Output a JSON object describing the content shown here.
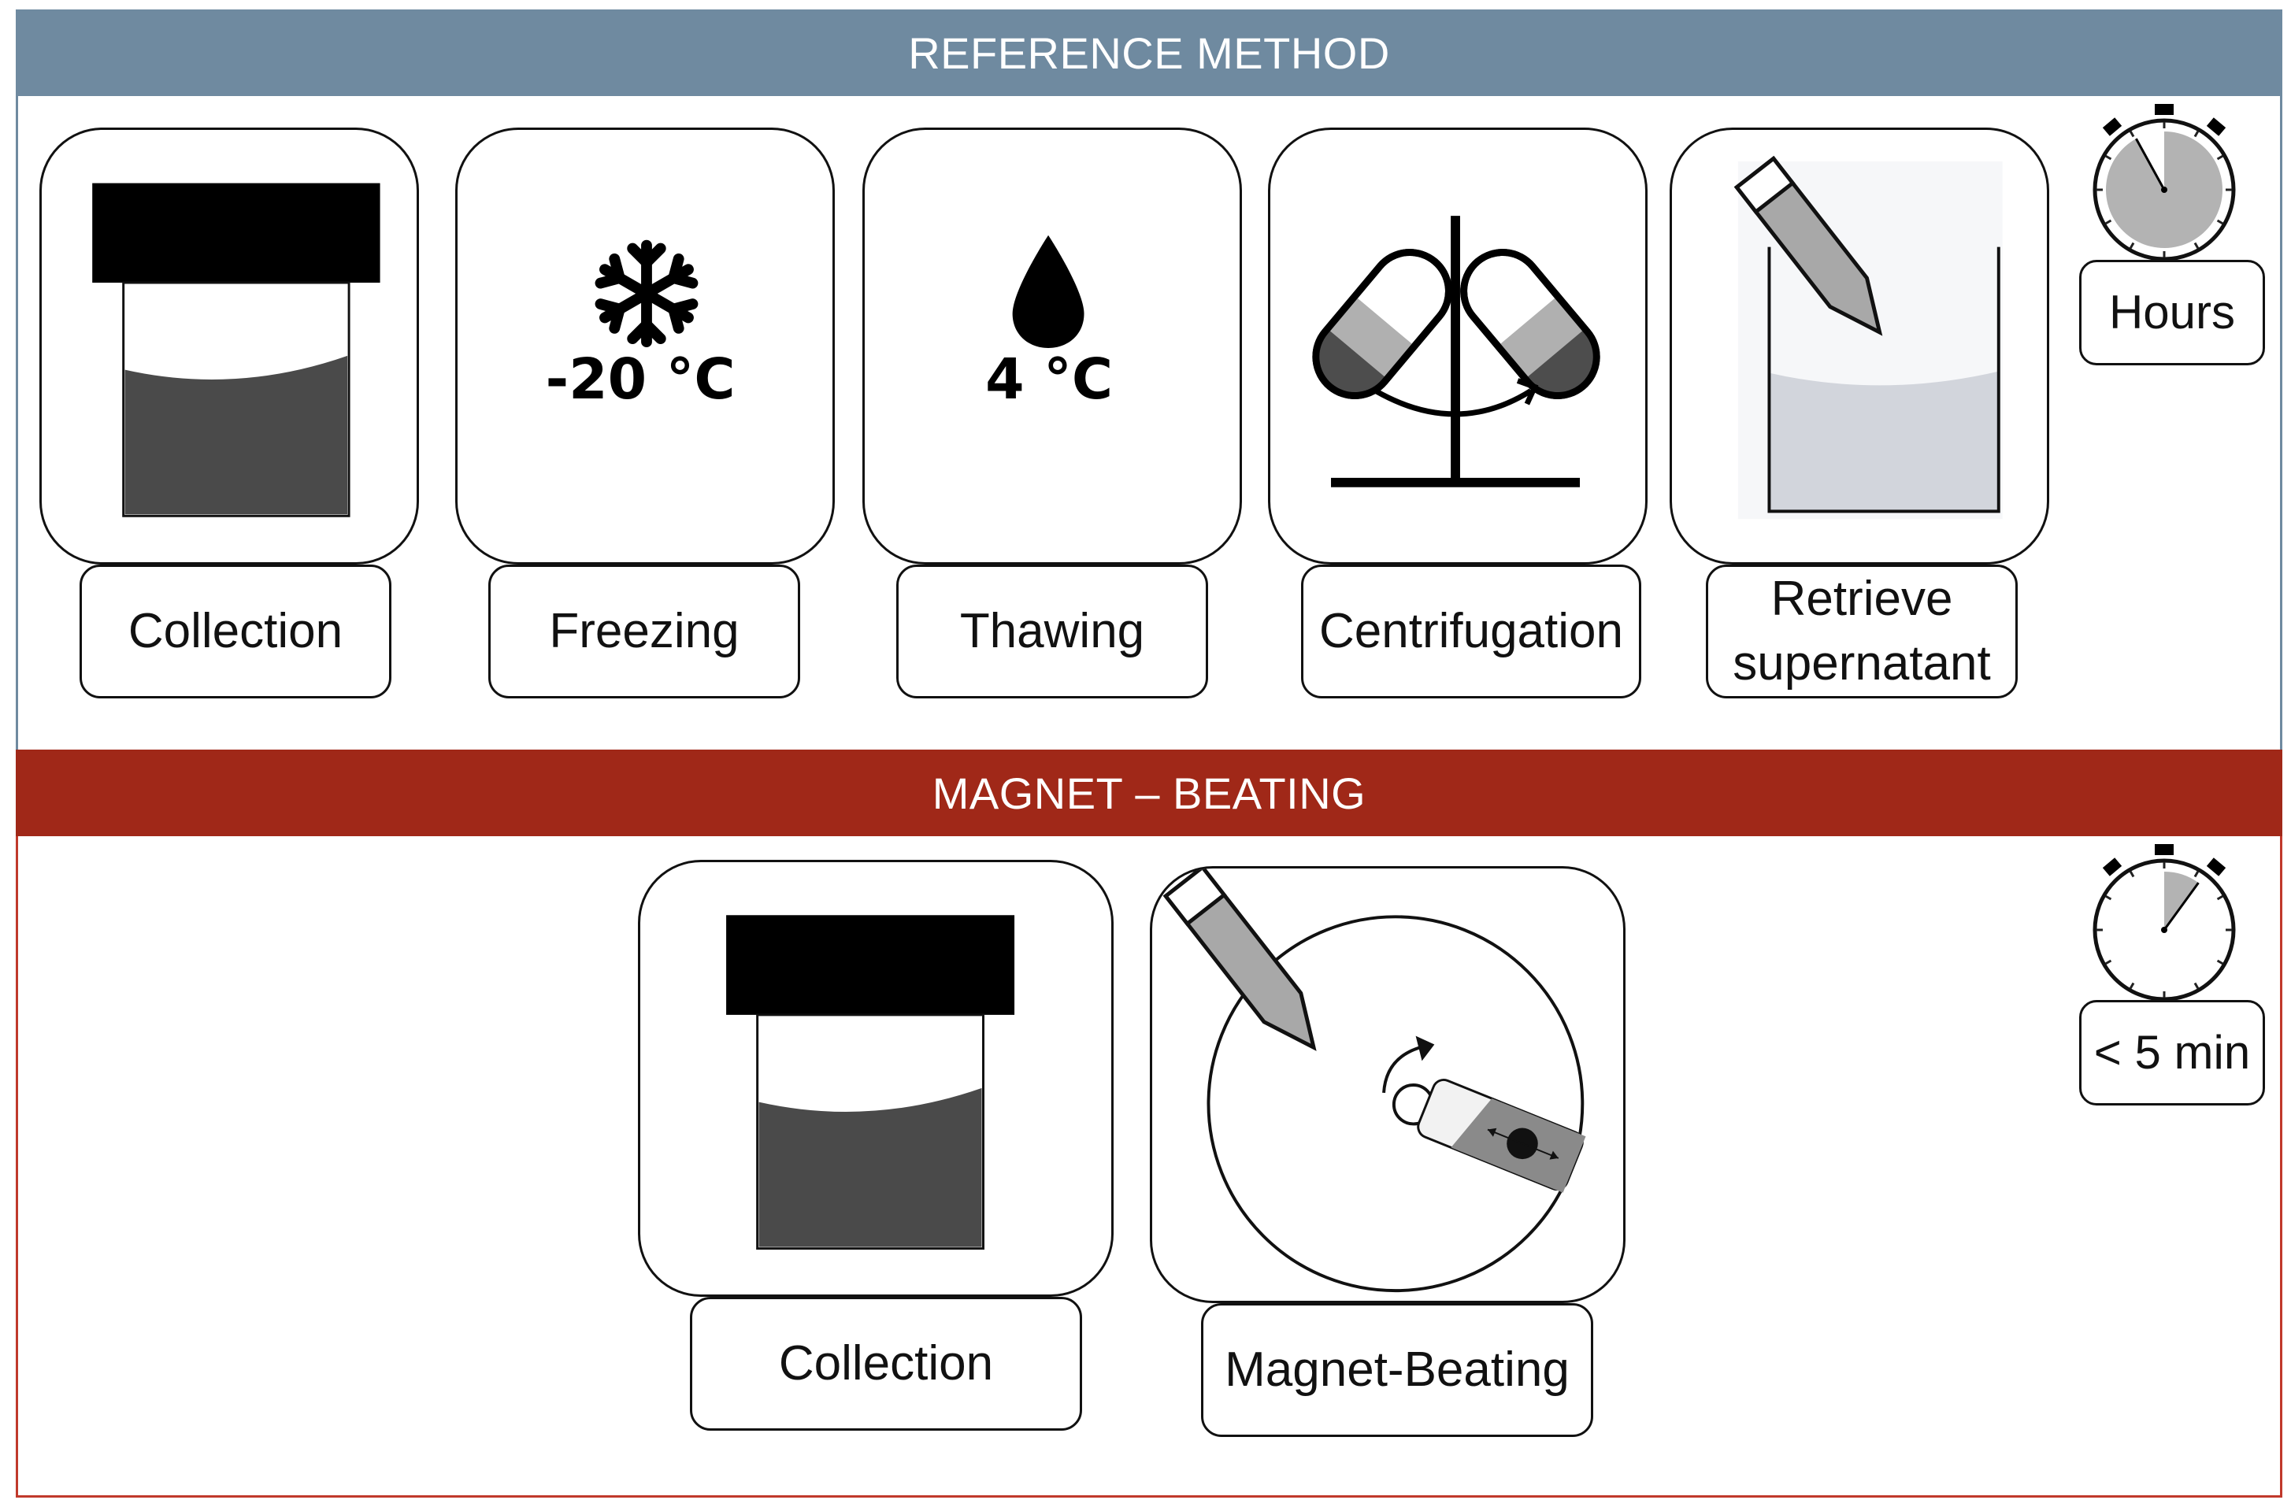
{
  "reference": {
    "title": "REFERENCE METHOD",
    "color": "#6F8AA0",
    "steps": [
      {
        "label": "Collection",
        "icon": "specimen-jar-icon"
      },
      {
        "label": "Freezing",
        "icon": "snowflake-icon",
        "temperature": "-20 °C"
      },
      {
        "label": "Thawing",
        "icon": "water-drop-icon",
        "temperature": "4 °C"
      },
      {
        "label": "Centrifugation",
        "icon": "centrifuge-icon"
      },
      {
        "label_line1": "Retrieve",
        "label_line2": "supernatant",
        "icon": "pipette-beaker-icon"
      }
    ],
    "duration": "Hours",
    "timer_fraction": 0.92
  },
  "magnet": {
    "title": "MAGNET – BEATING",
    "color": "#A02818",
    "steps": [
      {
        "label": "Collection",
        "icon": "specimen-jar-icon"
      },
      {
        "label": "Magnet-Beating",
        "icon": "magnetic-stirrer-icon"
      }
    ],
    "duration": "< 5 min",
    "timer_fraction": 0.1
  }
}
